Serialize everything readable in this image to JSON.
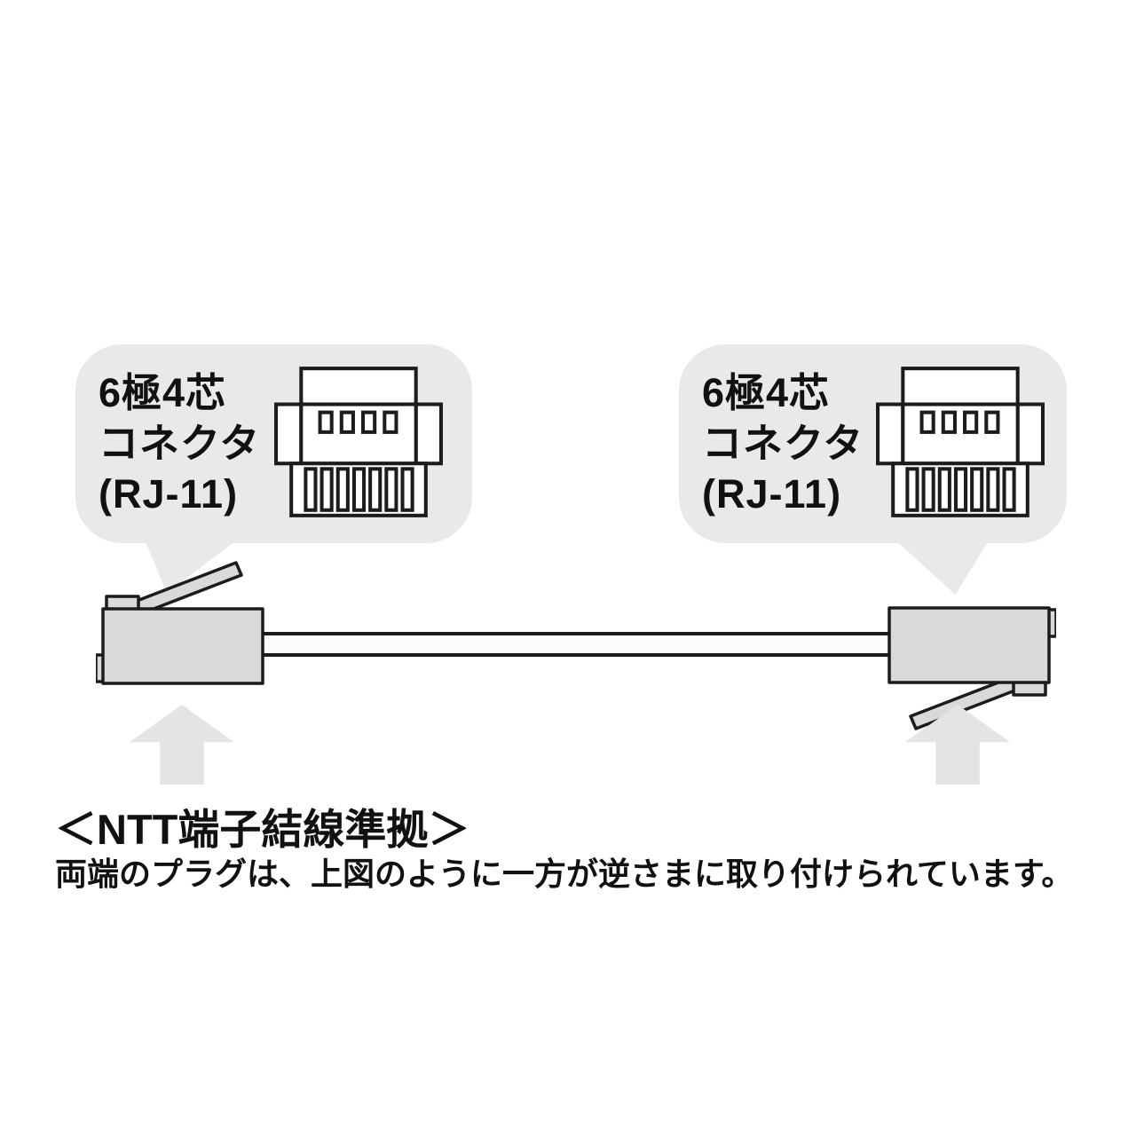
{
  "callouts": {
    "left": {
      "lines": [
        "6極4芯",
        "コネクタ",
        "(RJ-11)"
      ],
      "icon": "rj11-connector-front-icon"
    },
    "right": {
      "lines": [
        "6極4芯",
        "コネクタ",
        "(RJ-11)"
      ],
      "icon": "rj11-connector-front-icon"
    }
  },
  "caption": {
    "title": "＜NTT端子結線準拠＞",
    "body": "両端のプラグは、上図のように一方が逆さまに取り付けられています。"
  },
  "diagram": {
    "parts": [
      "rj11-plug-left",
      "telephone-cable",
      "rj11-plug-right",
      "up-arrow-left",
      "up-arrow-right"
    ],
    "colors": {
      "bubble": "#e9e9e9",
      "plug": "#d9d9d9",
      "arrow": "#e4e4e4",
      "outline": "#1c1c1c",
      "text": "#111111",
      "background": "#ffffff"
    }
  }
}
